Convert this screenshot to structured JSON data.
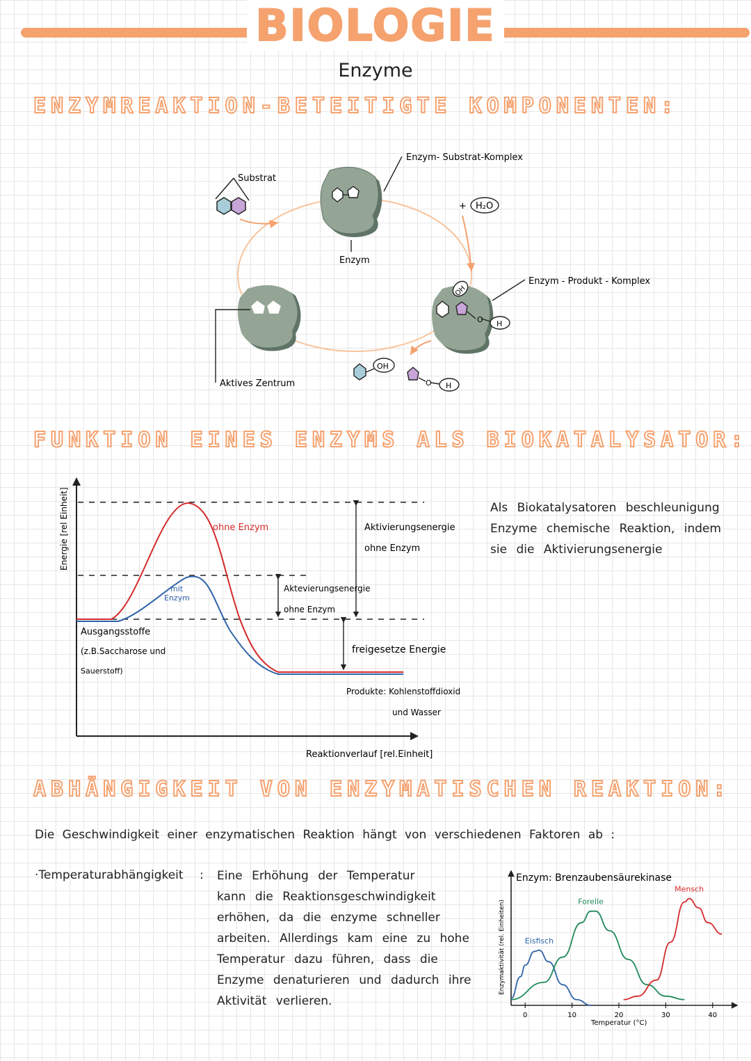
{
  "header": {
    "title": "BIOLOGIE",
    "subtitle": "Enzyme"
  },
  "section1": {
    "heading": "ENZYMREAKTION-BETEITIGTE KOMPONENTEN:",
    "diagram": {
      "substrat": "Substrat",
      "enzym_substrat_komplex": "Enzym- Substrat-Komplex",
      "water": "+ H₂O",
      "water_label": "H₂O",
      "enzym": "Enzym",
      "enzym_produkt_komplex": "Enzym - Produkt - Komplex",
      "aktives_zentrum": "Aktives Zentrum",
      "oh": "OH",
      "h": "H",
      "o": "O"
    }
  },
  "section2": {
    "heading": "FUNKTION EINES ENZYMS ALS BIOKATALYSATOR:",
    "chart": {
      "ylabel": "Energie [rel Einheit]",
      "xlabel": "Reaktionverlauf [rel.Einheit]",
      "ohne_enzym": "ohne Enzym",
      "mit_enzym_1": "mit",
      "mit_enzym_2": "Enzym",
      "aktivierung_ohne_1": "Aktivierungsenergie",
      "aktivierung_ohne_2": "ohne Enzym",
      "aktivierung_mit_1": "Aktevierungsenergie",
      "aktivierung_mit_2": "ohne Enzym",
      "freigesetzte": "freigesetze Energie",
      "ausgang_1": "Ausgangsstoffe",
      "ausgang_2": "(z.B.Saccharose und",
      "ausgang_3": "Sauerstoff)",
      "produkte_1": "Produkte: Kohlenstoffdioxid",
      "produkte_2": "und Wasser",
      "colors": {
        "ohne": "#d42a2a",
        "mit": "#2f63a8"
      }
    },
    "text_lines": [
      "Als Biokatalysatoren beschleunigung",
      "Enzyme chemische Reaktion, indem",
      "sie die Aktivierungsenergie"
    ]
  },
  "section3": {
    "heading": "ABHÄNGIGKEIT VON ENZYMATISCHEN REAKTION:",
    "intro": "Die Geschwindigkeit einer enzymatischen Reaktion hängt von verschiedenen Faktoren ab :",
    "bullet": "·Temperaturabhängigkeit",
    "colon": ":",
    "text_lines": [
      "Eine Erhöhung der Temperatur",
      "kann die Reaktionsgeschwindigkeit",
      "erhöhen, da die enzyme schneller",
      "arbeiten. Allerdings kam eine zu hohe",
      "Temperatur dazu führen, dass die",
      "Enzyme denaturieren und dadurch ihre",
      "Aktivität verlieren."
    ]
  },
  "chart_data": {
    "type": "line",
    "title": "Enzym: Brenzaubensäurekinase",
    "xlabel": "Temperatur (°C)",
    "ylabel": "Enzymaktivität (rel. Einheiten)",
    "x_ticks": [
      0,
      10,
      20,
      30,
      40
    ],
    "xlim": [
      -3,
      43
    ],
    "ylim": [
      0,
      1
    ],
    "series": [
      {
        "name": "Eisfisch",
        "color": "#2f63a8",
        "x": [
          -3,
          -1,
          0,
          2,
          3,
          5,
          8,
          11,
          14
        ],
        "y": [
          0.06,
          0.25,
          0.35,
          0.47,
          0.48,
          0.38,
          0.18,
          0.05,
          0.0
        ]
      },
      {
        "name": "Forelle",
        "color": "#1f8a5a",
        "x": [
          -3,
          4,
          8,
          12,
          14,
          15,
          18,
          22,
          26,
          30,
          34
        ],
        "y": [
          0.05,
          0.2,
          0.42,
          0.72,
          0.82,
          0.82,
          0.65,
          0.4,
          0.18,
          0.08,
          0.05
        ]
      },
      {
        "name": "Mensch",
        "color": "#d42a2a",
        "x": [
          21,
          24,
          28,
          31,
          34,
          35,
          37,
          39,
          42
        ],
        "y": [
          0.05,
          0.08,
          0.22,
          0.55,
          0.9,
          0.93,
          0.85,
          0.72,
          0.62
        ]
      }
    ]
  }
}
